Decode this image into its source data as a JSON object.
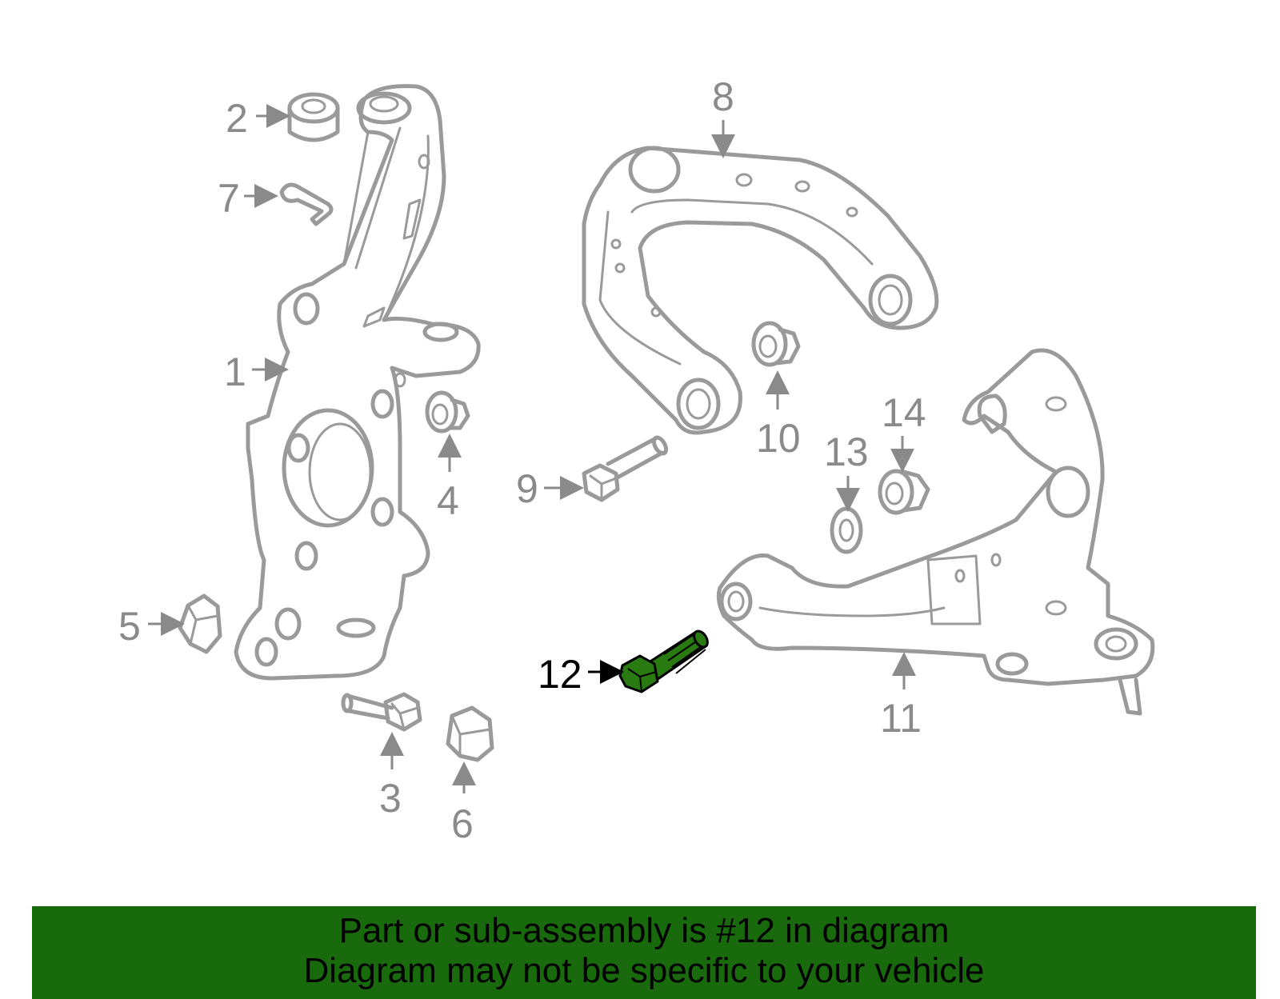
{
  "diagram": {
    "callouts": {
      "c1": "1",
      "c2": "2",
      "c3": "3",
      "c4": "4",
      "c5": "5",
      "c6": "6",
      "c7": "7",
      "c8": "8",
      "c9": "9",
      "c10": "10",
      "c11": "11",
      "c12": "12",
      "c13": "13",
      "c14": "14"
    },
    "highlighted_part": "12",
    "colors": {
      "line": "#9a9a9a",
      "highlight": "#2a7a12",
      "banner": "#186a0c"
    }
  },
  "banner": {
    "line1": "Part or sub-assembly is #12 in diagram",
    "line2": "Diagram may not be specific to your vehicle"
  }
}
